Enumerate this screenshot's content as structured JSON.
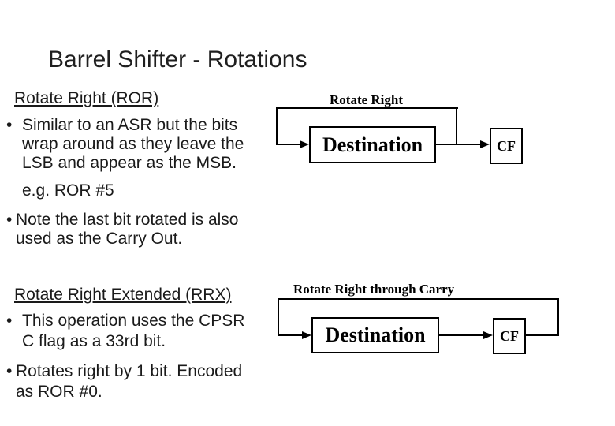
{
  "title": "Barrel Shifter - Rotations",
  "bullet_char": "•",
  "left_column": {
    "ror": {
      "heading": "Rotate Right (ROR)",
      "bullet1_lines": [
        "Similar to an ASR but the bits",
        "wrap around as they leave the",
        "LSB and appear as the MSB."
      ],
      "example": "e.g. ROR #5",
      "bullet2_lines": [
        "Note the last bit rotated is also",
        "used as the Carry Out."
      ]
    },
    "rrx": {
      "heading": "Rotate Right Extended (RRX)",
      "bullet1_lines": [
        "This operation uses the CPSR",
        "C flag as a 33rd bit."
      ],
      "bullet2_lines": [
        "Rotates right by 1 bit. Encoded",
        "as ROR #0."
      ]
    }
  },
  "diagrams": {
    "ror": {
      "label": "Rotate Right",
      "register": "Destination",
      "flag": "CF"
    },
    "rrx": {
      "label": "Rotate Right through Carry",
      "register": "Destination",
      "flag": "CF"
    }
  },
  "colors": {
    "background": "#ffffff",
    "text": "#1a1a1a",
    "diagram_ink": "#000000"
  }
}
